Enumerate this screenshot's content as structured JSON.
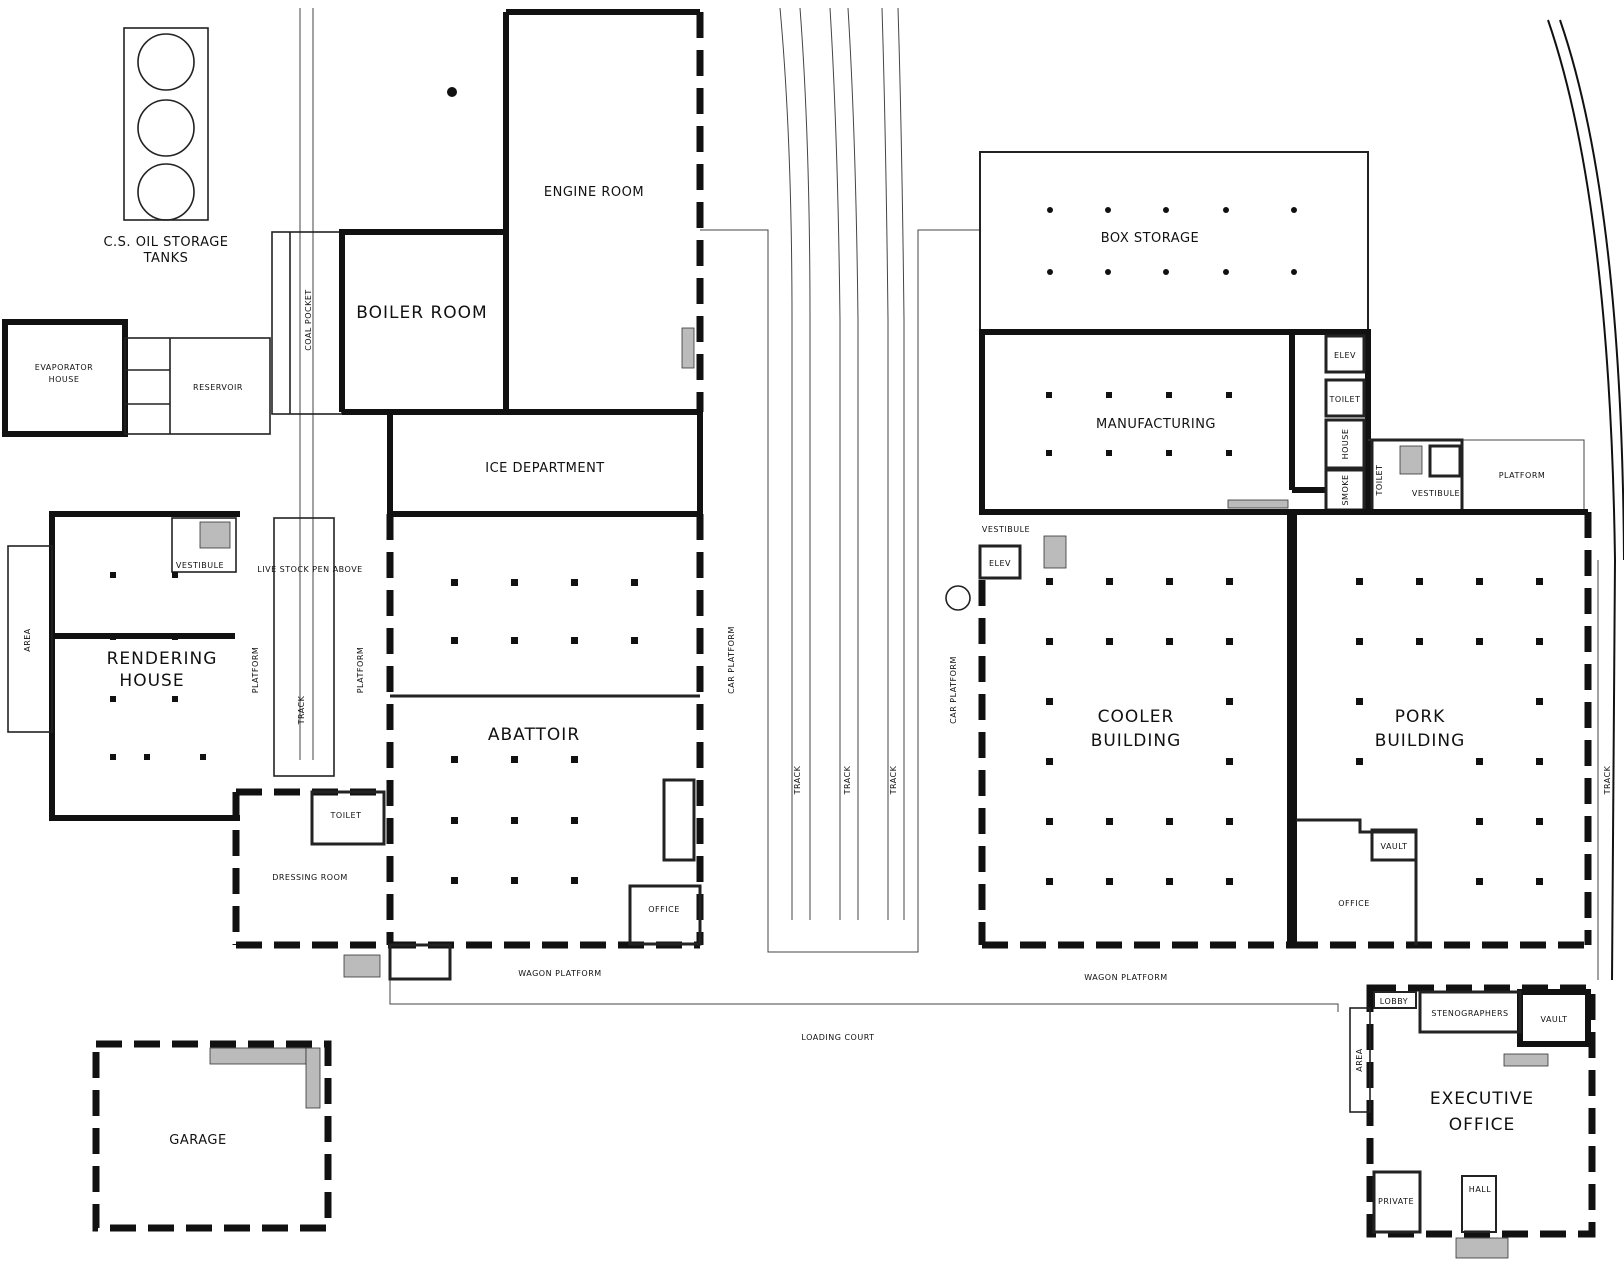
{
  "labels": {
    "oil_tanks": "C.S. OIL STORAGE",
    "oil_tanks_2": "TANKS",
    "evaporator": "EVAPORATOR",
    "evaporator_2": "HOUSE",
    "reservoir": "RESERVOIR",
    "coal_pocket": "COAL POCKET",
    "boiler_room": "BOILER ROOM",
    "engine_room": "ENGINE ROOM",
    "ice_department": "ICE DEPARTMENT",
    "vestibule": "VESTIBULE",
    "live_stock_pen": "LIVE STOCK PEN ABOVE",
    "area": "AREA",
    "rendering": "RENDERING",
    "rendering_2": "HOUSE",
    "platform": "PLATFORM",
    "track": "TRACK",
    "abattoir": "ABATTOIR",
    "toilet": "TOILET",
    "dressing_room": "DRESSING ROOM",
    "office": "OFFICE",
    "wagon_platform": "WAGON PLATFORM",
    "car_platform": "CAR PLATFORM",
    "loading_court": "LOADING COURT",
    "garage": "GARAGE",
    "box_storage": "BOX STORAGE",
    "manufacturing": "MANUFACTURING",
    "cooler": "COOLER",
    "cooler_2": "BUILDING",
    "pork": "PORK",
    "pork_2": "BUILDING",
    "vault": "VAULT",
    "smoke": "SMOKE",
    "house": "HOUSE",
    "elev": "ELEV",
    "executive": "EXECUTIVE",
    "executive_2": "OFFICE",
    "stenographers": "STENOGRAPHERS",
    "lobby": "LOBBY",
    "private": "PRIVATE",
    "hall": "HALL",
    "area_small": "AREA"
  }
}
